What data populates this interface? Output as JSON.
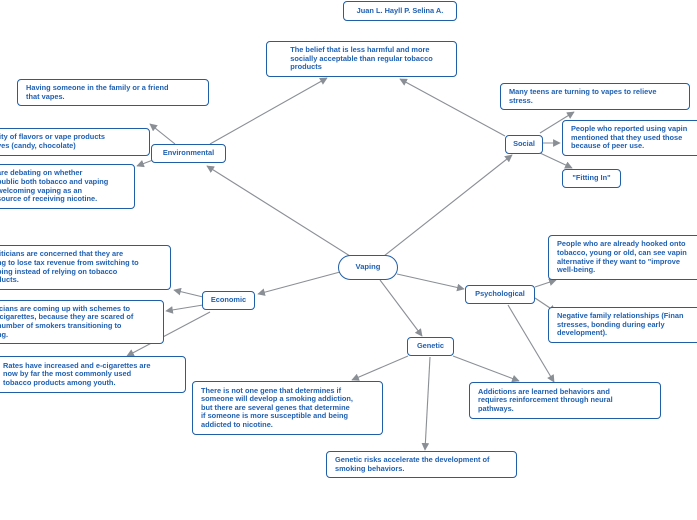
{
  "title": "Juan L. Hayll P. Selina A.",
  "center": "Vaping",
  "topic_note": "The belief that is less harmful and more\nsocially acceptable than regular tobacco\nproducts",
  "branches": {
    "environmental": {
      "label": "Environmental",
      "notes": [
        "Having someone in the family or a friend\nthat vapes.",
        "lity of flavors or vape products\nves (candy, chocolate)",
        " are debating on whether\npublic both tobacco and vaping\n welcoming vaping as an\nsource of receiving nicotine."
      ]
    },
    "social": {
      "label": "Social",
      "notes": [
        "Many teens are turning to vapes to relieve\nstress.",
        "People who reported using vapin\nmentioned that they used those\nbecause of peer use.",
        "\"Fitting In\""
      ]
    },
    "economic": {
      "label": "Economic",
      "notes": [
        "liticians are concerned that they are\nng to lose tax revenue from switching to\nping instead of relying on tobacco\nducts.",
        "icians are coming up with schemes to\n-cigarettes, because they are scared of\nnumber of smokers transitioning to\nng.",
        "Rates have increased and e-cigarettes are\nnow by far the most commonly used\ntobacco products among youth."
      ]
    },
    "psychological": {
      "label": "Psychological",
      "notes": [
        "People who are already hooked onto\ntobacco, young or old, can see vapin\nalternative if they want to \"improve\nwell-being.",
        "Negative family relationships (Finan\nstresses, bonding during early\ndevelopment).",
        "Addictions are learned behaviors and\nrequires reinforcement through neural\npathways."
      ]
    },
    "genetic": {
      "label": "Genetic",
      "notes": [
        "There is not one gene that determines if\nsomeone will develop a smoking addiction,\nbut there are several genes that determine\nif someone is more susceptible and being\naddicted to nicotine.",
        "Genetic risks accelerate the development of\nsmoking behaviors."
      ]
    }
  },
  "colors": {
    "node_text": "#2061b2",
    "node_border": "#1f5fa8",
    "connector": "#8a8f96"
  }
}
